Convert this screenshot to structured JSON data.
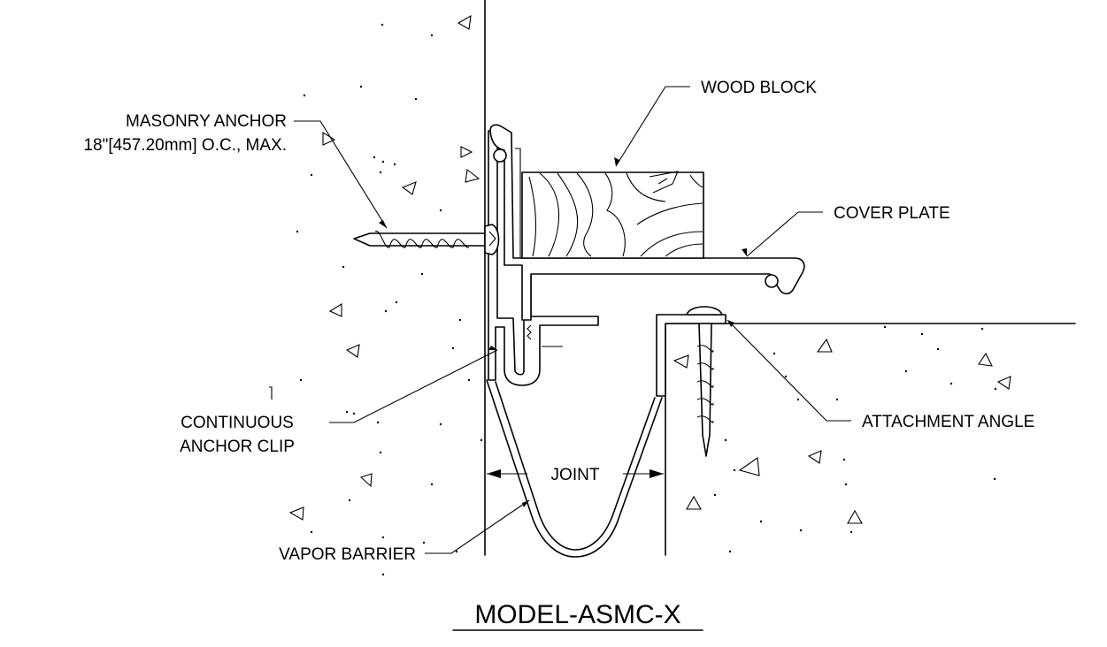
{
  "title": "MODEL-ASMC-X",
  "labels": {
    "masonry_anchor_line1": "MASONRY ANCHOR",
    "masonry_anchor_line2": "18\"[457.20mm] O.C., MAX.",
    "wood_block": "WOOD BLOCK",
    "cover_plate": "COVER PLATE",
    "continuous_anchor_clip_line1": "CONTINUOUS",
    "continuous_anchor_clip_line2": "ANCHOR CLIP",
    "attachment_angle": "ATTACHMENT ANGLE",
    "joint": "JOINT",
    "vapor_barrier": "VAPOR BARRIER"
  },
  "colors": {
    "ink": "#000000",
    "background": "#ffffff"
  }
}
